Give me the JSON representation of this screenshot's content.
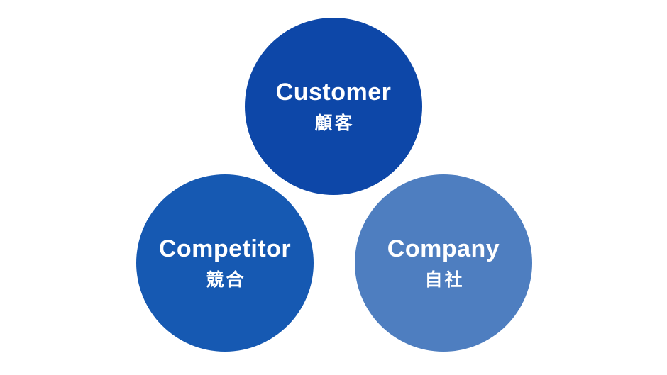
{
  "diagram": {
    "type": "3c-analysis-venn",
    "background_color": "#ffffff",
    "text_color": "#ffffff",
    "circles": [
      {
        "id": "customer",
        "label_en": "Customer",
        "label_ja": "顧客",
        "color": "#0d47a8",
        "position": "top-center"
      },
      {
        "id": "competitor",
        "label_en": "Competitor",
        "label_ja": "競合",
        "color": "#1659b2",
        "position": "bottom-left"
      },
      {
        "id": "company",
        "label_en": "Company",
        "label_ja": "自社",
        "color": "#4e7ec0",
        "position": "bottom-right"
      }
    ]
  }
}
